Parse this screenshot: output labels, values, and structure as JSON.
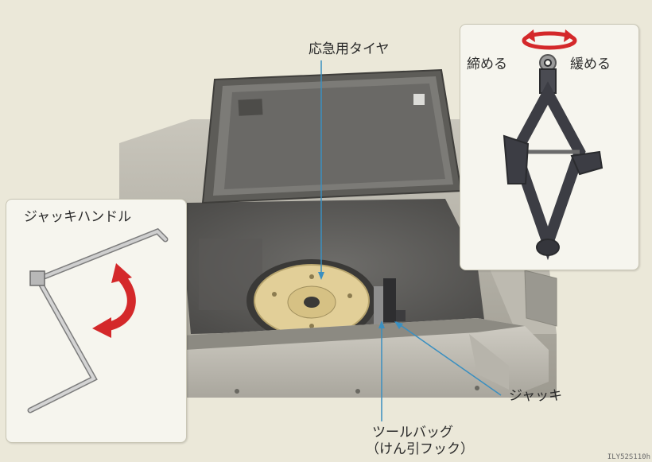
{
  "labels": {
    "spare_tire": "応急用タイヤ",
    "jack_handle": "ジャッキハンドル",
    "tighten": "締める",
    "loosen": "緩める",
    "jack": "ジャッキ",
    "tool_bag_line1": "ツールバッグ",
    "tool_bag_line2": "（けん引フック）"
  },
  "figure_code": "ILY52S110h",
  "colors": {
    "background": "#ebe8d9",
    "leader_line": "#3a8fc0",
    "rotation_arrow": "#d4282a",
    "tire": "#e2cf98"
  },
  "icons": {
    "rotation_arrow": "curved-double-arrow",
    "jack": "scissor-jack",
    "handle": "crank-handle"
  }
}
